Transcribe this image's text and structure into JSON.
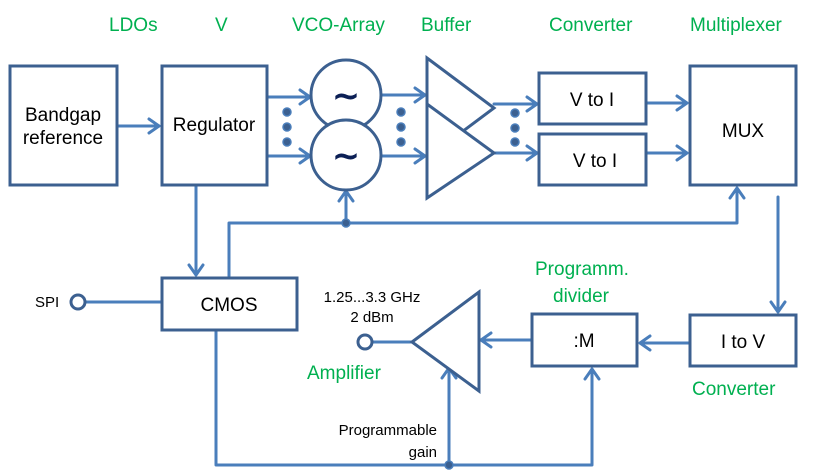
{
  "title": "Clock generator block diagram",
  "colors": {
    "box_border": "#3c6090",
    "wire": "#4a7ebb",
    "label_green": "#00b050",
    "text": "#000000"
  },
  "section_labels": {
    "ldos": "LDOs",
    "v": "V",
    "vco_array": "VCO-Array",
    "buffer": "Buffer",
    "converter_top": "Converter",
    "multiplexer": "Multiplexer",
    "programm": "Programm.",
    "divider": "divider",
    "amplifier": "Amplifier",
    "converter_bottom": "Converter"
  },
  "blocks": {
    "bandgap_line1": "Bandgap",
    "bandgap_line2": "reference",
    "regulator": "Regulator",
    "vco_symbol": "~",
    "v_to_i_1": "V to I",
    "v_to_i_2": "V to I",
    "mux": "MUX",
    "cmos": "CMOS",
    "divider_m": ":M",
    "i_to_v": "I to V"
  },
  "annotations": {
    "spi": "SPI",
    "frequency": "1.25...3.3 GHz",
    "power": "2 dBm",
    "programmable_gain_line1": "Programmable",
    "programmable_gain_line2": "gain"
  }
}
